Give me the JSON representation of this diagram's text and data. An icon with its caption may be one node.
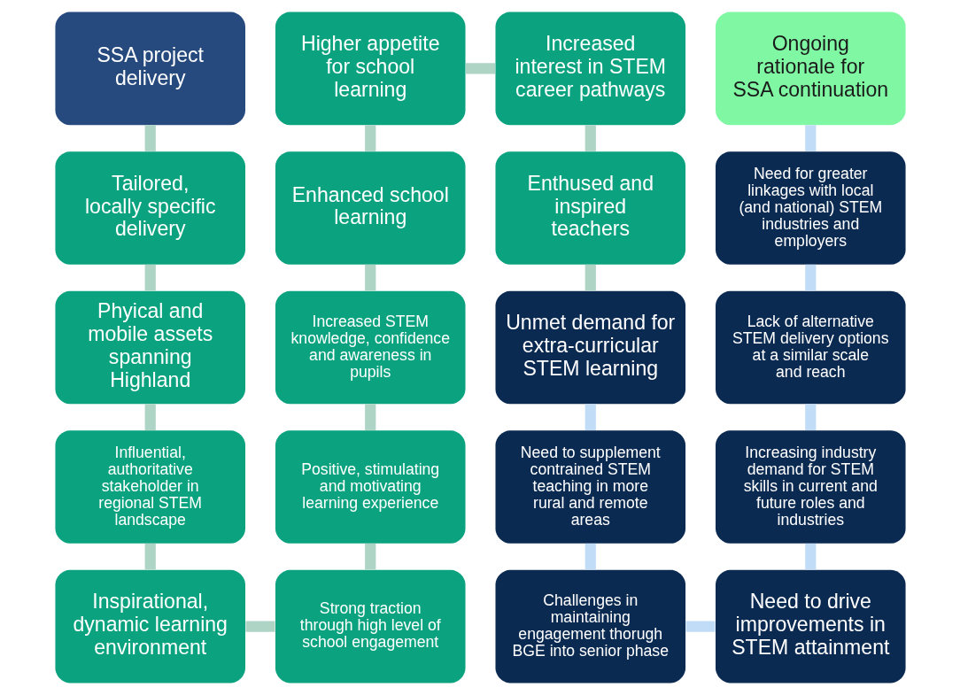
{
  "diagram": {
    "nodes": [
      {
        "text": [
          "SSA project delivery"
        ]
      },
      {
        "text": [
          "Tailored, locally specific delivery"
        ]
      },
      {
        "text": [
          "Phyical and mobile assets spanning Highland"
        ]
      },
      {
        "text": [
          "Influential, authoritative stakeholder in regional STEM landscape"
        ]
      },
      {
        "text": [
          "Inspirational, dynamic learning environment"
        ]
      },
      {
        "text": [
          "Higher appetite for school learning"
        ]
      },
      {
        "text": [
          "Enhanced school learning"
        ]
      },
      {
        "text": [
          "Increased STEM knowledge, confidence and awareness in pupils"
        ]
      },
      {
        "text": [
          "Positive, stimulating and motivating learning experience"
        ]
      },
      {
        "text": [
          "Strong traction through high level of school engagement"
        ]
      },
      {
        "text": [
          "Increased interest in STEM career pathways"
        ]
      },
      {
        "text": [
          "Enthused and inspired teachers"
        ]
      },
      {
        "text": [
          "Unmet demand for extra-curricular STEM learning"
        ]
      },
      {
        "text": [
          "Need to supplement contrained STEM teaching in more rural and remote areas"
        ]
      },
      {
        "text": [
          "Challenges in maintaining engagement thorugh BGE into senior phase"
        ]
      },
      {
        "text": [
          "Ongoing rationale for SSA continuation"
        ]
      },
      {
        "text": [
          "Need for greater linkages with local (and national) STEM industries and employers"
        ]
      },
      {
        "text": [
          "Lack of alternative STEM delivery options at a similar scale and reach"
        ]
      },
      {
        "text": [
          "Increasing industry demand for STEM skills in current and future roles and industries"
        ]
      },
      {
        "text": [
          "Need to drive improvements in STEM attainment"
        ]
      }
    ],
    "edges": [
      {
        "from": 0,
        "to": 1,
        "arrow": "none"
      },
      {
        "from": 1,
        "to": 2,
        "arrow": "none"
      },
      {
        "from": 2,
        "to": 3,
        "arrow": "none"
      },
      {
        "from": 3,
        "to": 4,
        "arrow": "none"
      },
      {
        "from": 4,
        "to": 9,
        "arrow": "none"
      },
      {
        "from": 8,
        "to": 9,
        "arrow": "none"
      },
      {
        "from": 7,
        "to": 8,
        "arrow": "none"
      },
      {
        "from": 6,
        "to": 7,
        "arrow": "none"
      },
      {
        "from": 5,
        "to": 6,
        "arrow": "none"
      },
      {
        "from": 5,
        "to": 10,
        "arrow": "none"
      },
      {
        "from": 10,
        "to": 11,
        "arrow": "none"
      },
      {
        "from": 11,
        "to": 12,
        "arrow": "none"
      },
      {
        "from": 12,
        "to": 13,
        "arrow": "none",
        "color": "#c0dcf7"
      },
      {
        "from": 13,
        "to": 14,
        "arrow": "none",
        "color": "#c0dcf7"
      },
      {
        "from": 14,
        "to": 19,
        "arrow": "none",
        "color": "#c0dcf7"
      },
      {
        "from": 18,
        "to": 19,
        "arrow": "none",
        "color": "#c0dcf7"
      },
      {
        "from": 17,
        "to": 18,
        "arrow": "none",
        "color": "#c0dcf7"
      },
      {
        "from": 16,
        "to": 17,
        "arrow": "none",
        "color": "#c0dcf7"
      },
      {
        "from": 15,
        "to": 16,
        "arrow": "none",
        "color": "#c0dcf7"
      }
    ]
  }
}
